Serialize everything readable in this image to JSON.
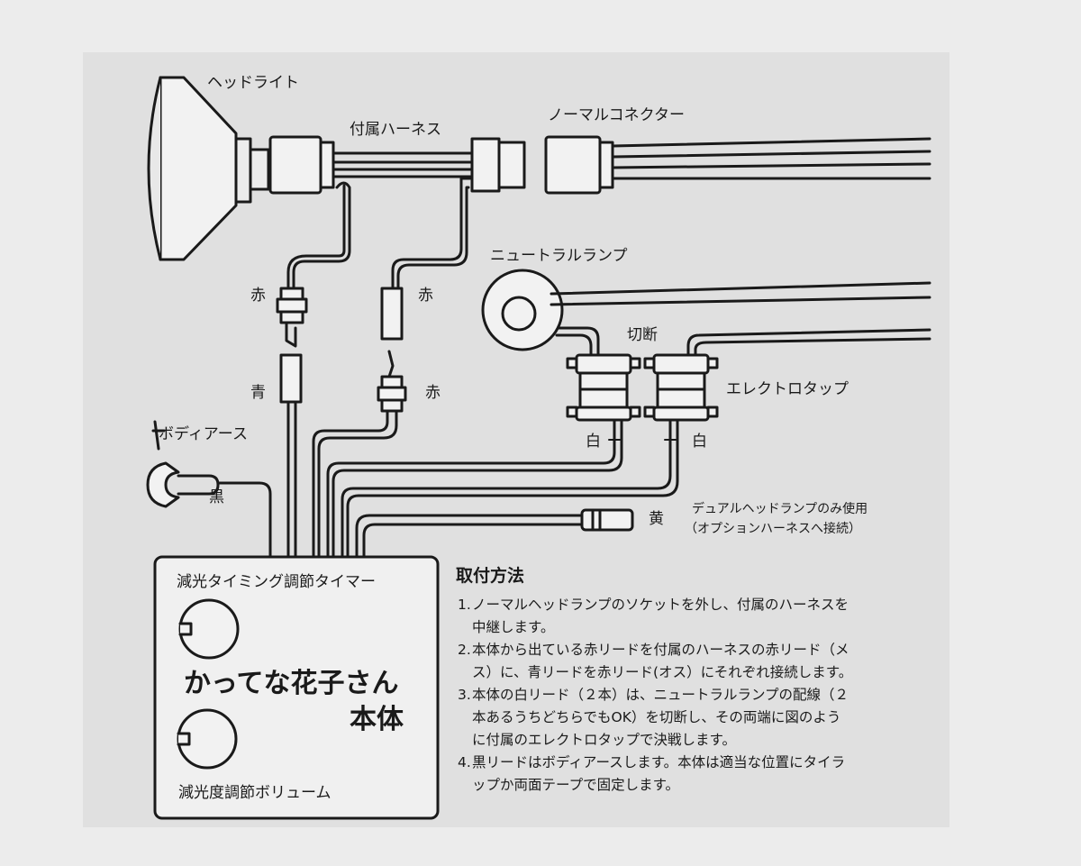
{
  "labels": {
    "headlight": "ヘッドライト",
    "harness": "付属ハーネス",
    "normal_connector": "ノーマルコネクター",
    "neutral_lamp": "ニュートラルランプ",
    "cut": "切断",
    "electro_tap": "エレクトロタップ",
    "red_1": "赤",
    "red_2": "赤",
    "red_3": "赤",
    "blue": "青",
    "body_earth": "ボディアース",
    "black": "黒",
    "white_1": "白",
    "white_2": "白",
    "yellow": "黄",
    "dual_note_1": "デュアルヘッドランプのみ使用",
    "dual_note_2": "（オプションハーネスへ接続）"
  },
  "unit": {
    "timer_label": "減光タイミング調節タイマー",
    "product_name": "かってな花子さん",
    "body_label": "本体",
    "volume_label": "減光度調節ボリューム"
  },
  "instructions": {
    "title": "取付方法",
    "steps": [
      {
        "num": "1.",
        "lines": [
          "ノーマルヘッドランプのソケットを外し、付属のハーネスを",
          "中継します。"
        ]
      },
      {
        "num": "2.",
        "lines": [
          "本体から出ている赤リードを付属のハーネスの赤リード（メ",
          "ス）に、青リードを赤リード(オス）にそれぞれ接続します。"
        ]
      },
      {
        "num": "3.",
        "lines": [
          "本体の白リード（２本）は、ニュートラルランプの配線（２",
          "本あるうちどちらでもOK）を切断し、その両端に図のよう",
          "に付属のエレクトロタップで決戦します。"
        ]
      },
      {
        "num": "4.",
        "lines": [
          "黒リードはボディアースします。本体は適当な位置にタイラ",
          "ップか両面テープで固定します。"
        ]
      }
    ]
  }
}
